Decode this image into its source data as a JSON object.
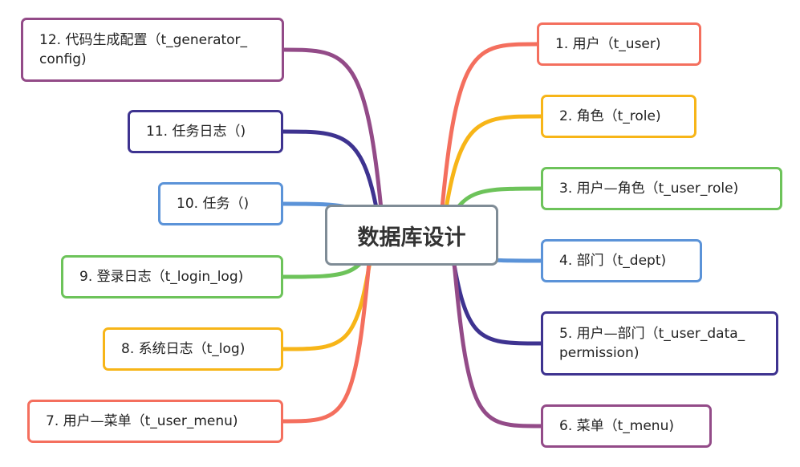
{
  "center": {
    "label": "数据库设计"
  },
  "right_nodes": [
    {
      "id": "n1",
      "label": "1. 用户（t_user)",
      "color": "#F46F5E"
    },
    {
      "id": "n2",
      "label": "2. 角色（t_role)",
      "color": "#F7B518"
    },
    {
      "id": "n3",
      "label": "3. 用户—角色（t_user_role)",
      "color": "#6DC35A"
    },
    {
      "id": "n4",
      "label": "4. 部门（t_dept)",
      "color": "#5B93D8"
    },
    {
      "id": "n5",
      "label": "5. 用户—部门（t_user_data_\npermission)",
      "color": "#3E3390"
    },
    {
      "id": "n6",
      "label": "6. 菜单（t_menu)",
      "color": "#934B88"
    }
  ],
  "left_nodes": [
    {
      "id": "n12",
      "label": "12. 代码生成配置（t_generator_\nconfig)",
      "color": "#934B88"
    },
    {
      "id": "n11",
      "label": "11. 任务日志（)",
      "color": "#3E3390"
    },
    {
      "id": "n10",
      "label": "10. 任务（)",
      "color": "#5B93D8"
    },
    {
      "id": "n9",
      "label": "9. 登录日志（t_login_log)",
      "color": "#6DC35A"
    },
    {
      "id": "n8",
      "label": "8. 系统日志（t_log)",
      "color": "#F7B518"
    },
    {
      "id": "n7",
      "label": "7. 用户—菜单（t_user_menu)",
      "color": "#F46F5E"
    }
  ]
}
